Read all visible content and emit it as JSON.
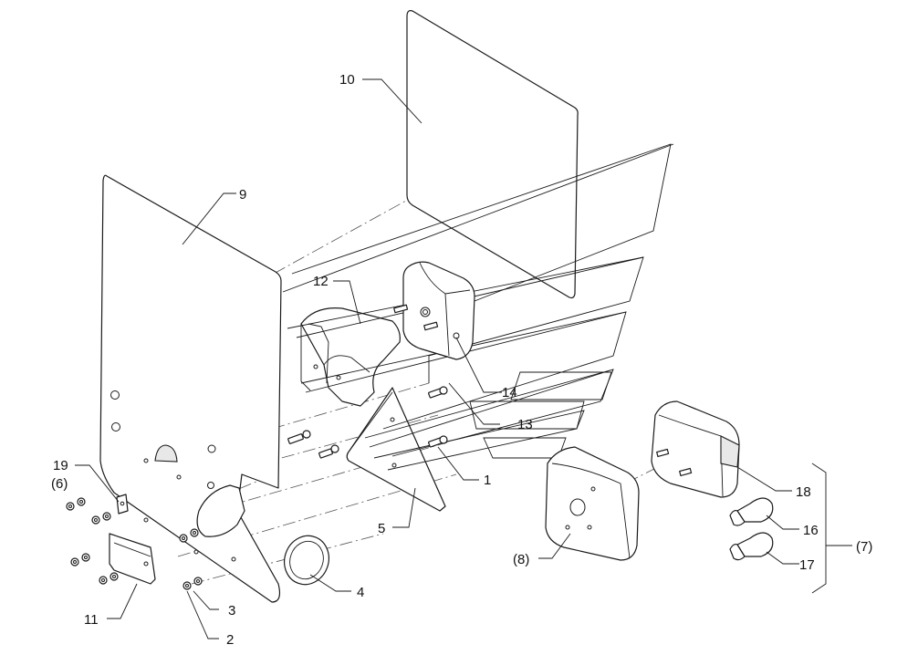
{
  "callouts": {
    "c1": "1",
    "c2": "2",
    "c3": "3",
    "c4": "4",
    "c5": "5",
    "c6": "(6)",
    "c7": "(7)",
    "c8": "(8)",
    "c9": "9",
    "c10": "10",
    "c11": "11",
    "c12": "12",
    "c13": "13",
    "c14": "14",
    "c16": "16",
    "c17": "17",
    "c18": "18",
    "c19": "19"
  }
}
